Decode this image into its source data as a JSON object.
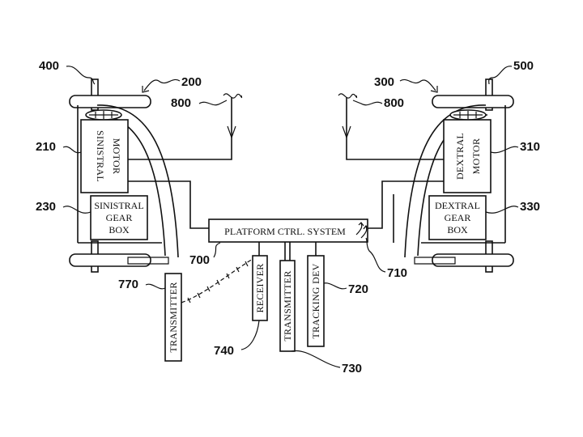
{
  "refs": {
    "r400": "400",
    "r200": "200",
    "r800a": "800",
    "r210": "210",
    "r230": "230",
    "r500": "500",
    "r300": "300",
    "r800b": "800",
    "r310": "310",
    "r330": "330",
    "r700": "700",
    "r710": "710",
    "r770": "770",
    "r720": "720",
    "r740": "740",
    "r730": "730"
  },
  "labels": {
    "sinistral_motor_1": "SINISTRAL",
    "sinistral_motor_2": "MOTOR",
    "sinistral_gear_1": "SINISTRAL",
    "sinistral_gear_2": "GEAR",
    "sinistral_gear_3": "BOX",
    "dextral_motor_1": "DEXTRAL",
    "dextral_motor_2": "MOTOR",
    "dextral_gear_1": "DEXTRAL",
    "dextral_gear_2": "GEAR",
    "dextral_gear_3": "BOX",
    "platform": "PLATFORM CTRL. SYSTEM",
    "receiver": "RECEIVER",
    "transmitter_center": "TRANSMITTER",
    "tracking": "TRACKING DEV",
    "transmitter_remote": "TRANSMITTER"
  }
}
